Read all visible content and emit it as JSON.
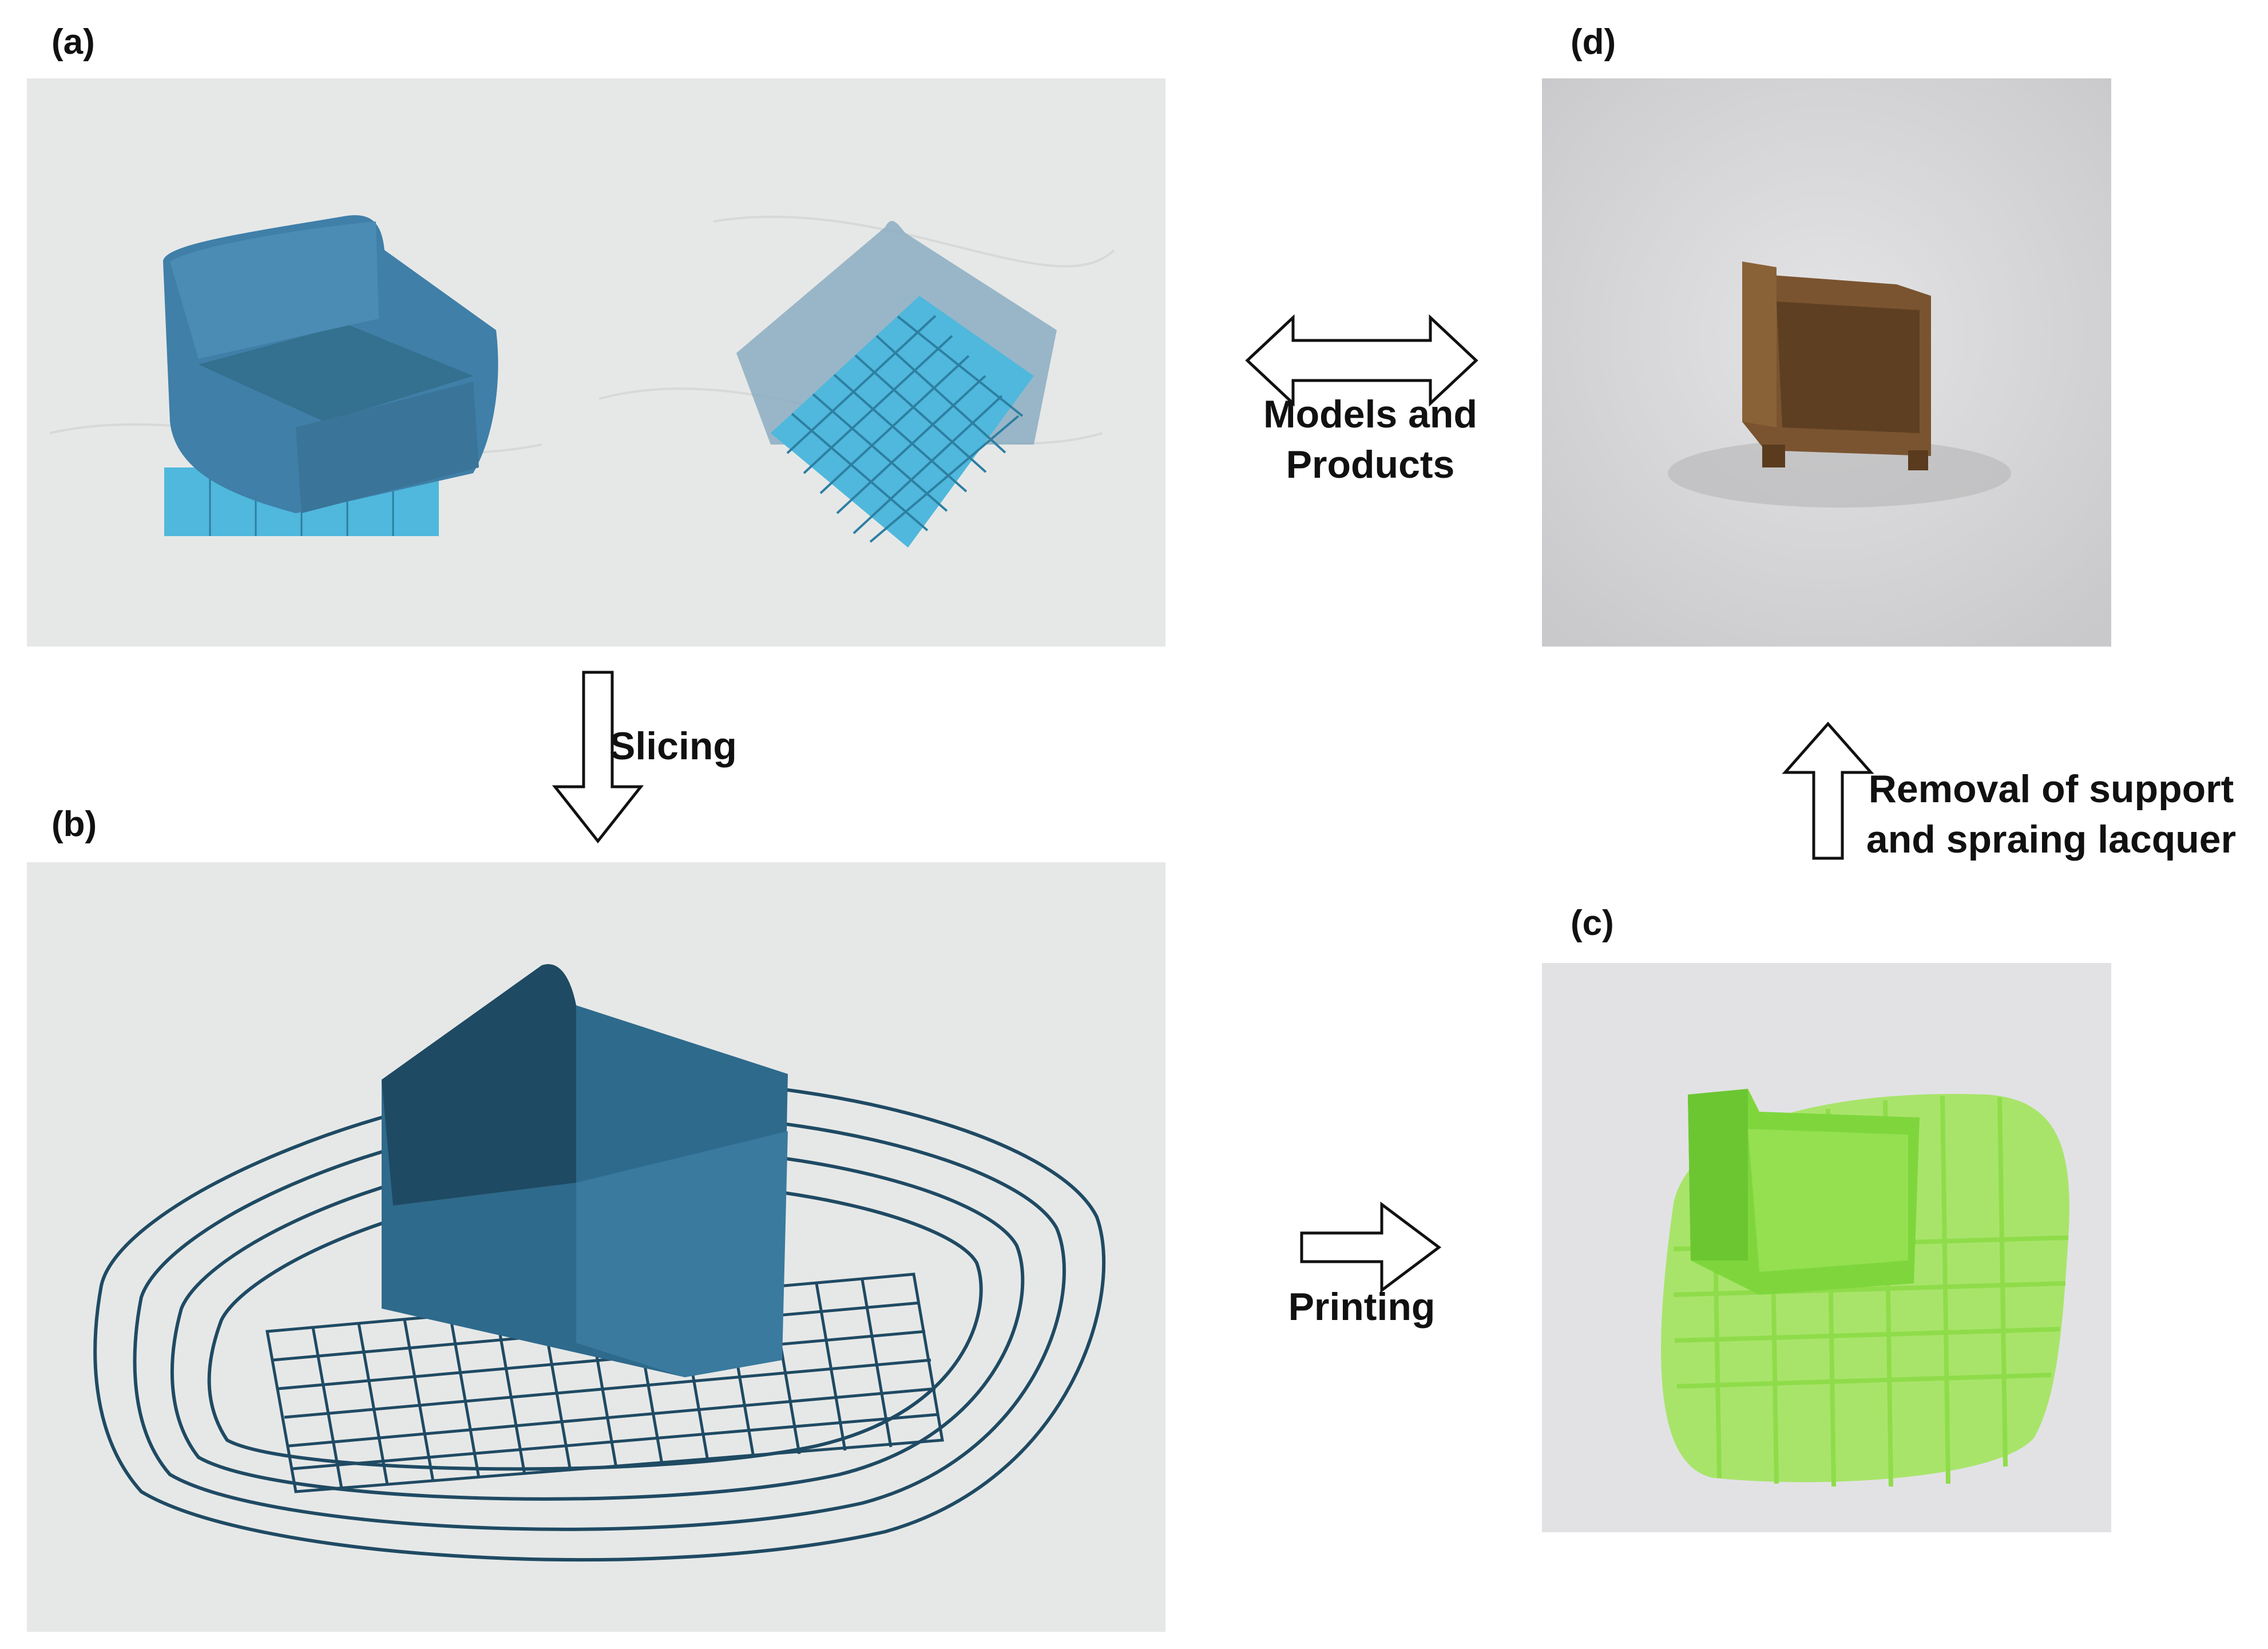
{
  "panels": {
    "a": {
      "label": "(a)"
    },
    "b": {
      "label": "(b)"
    },
    "c": {
      "label": "(c)"
    },
    "d": {
      "label": "(d)"
    }
  },
  "flow": {
    "models_products": "Models and\nProducts",
    "slicing": "Slicing",
    "printing": "Printing",
    "removal": "Removal of support\nand spraing lacquer"
  },
  "colors": {
    "model_blue": "#3f7fa8",
    "support_cyan": "#4fb8dc",
    "sliced_dark": "#1f4a63",
    "printed_green": "#8fdc4a",
    "lacquer_brown": "#7a5430",
    "render_bg": "#e6e8e7",
    "photo_bg": "#dcdcdc"
  }
}
